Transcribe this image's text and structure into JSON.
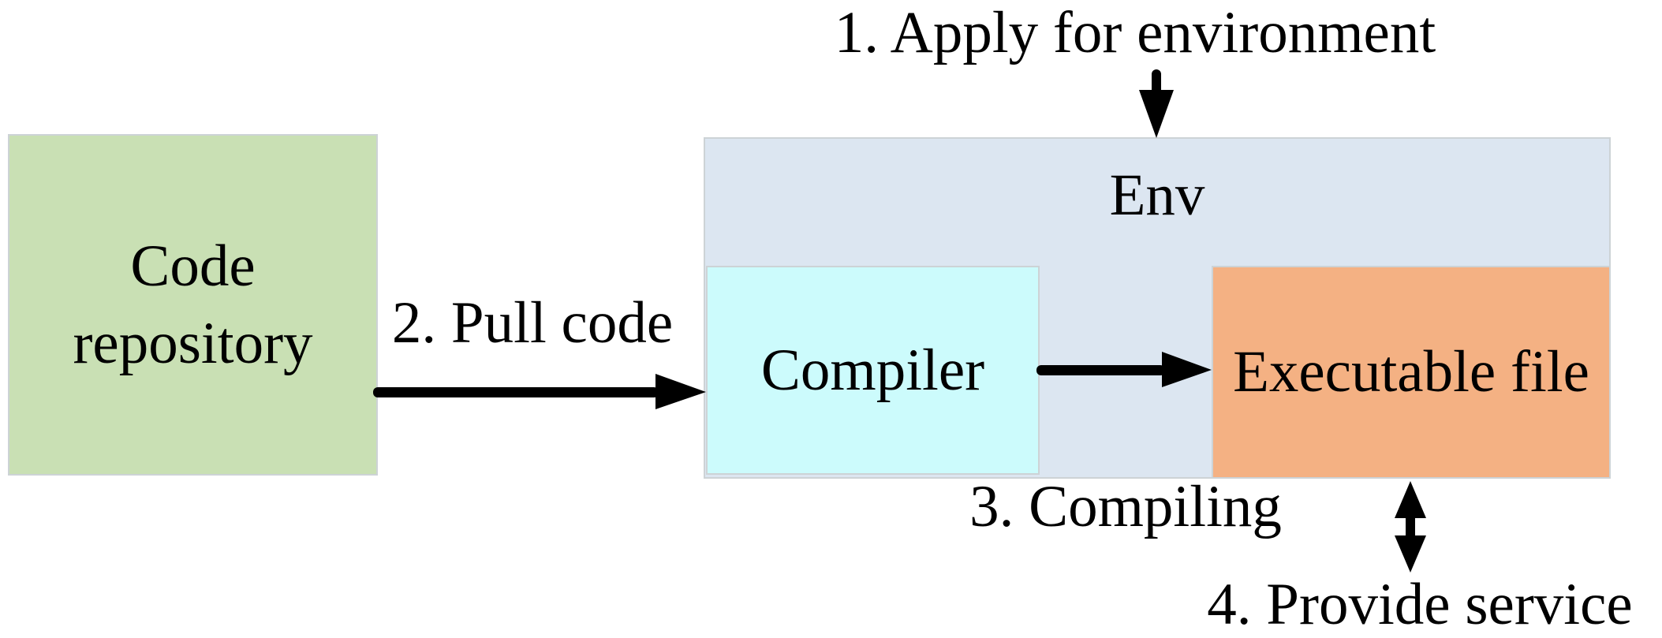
{
  "diagram": {
    "title": "build-and-deploy flow",
    "background_color": "#ffffff",
    "text_color": "#000000",
    "arrow_color": "#000000",
    "border_color": "#cdd3d6",
    "nodes": {
      "code_repository": {
        "label": "Code repository",
        "fill": "#c9e0b4"
      },
      "env": {
        "label": "Env",
        "fill": "#dce6f1"
      },
      "compiler": {
        "label": "Compiler",
        "fill": "#ccfbfc"
      },
      "executable_file": {
        "label": "Executable file",
        "fill": "#f4b183"
      }
    },
    "steps": {
      "step1": {
        "label": "1. Apply for environment"
      },
      "step2": {
        "label": "2. Pull code"
      },
      "step3": {
        "label": "3. Compiling"
      },
      "step4": {
        "label": "4. Provide service"
      }
    }
  }
}
